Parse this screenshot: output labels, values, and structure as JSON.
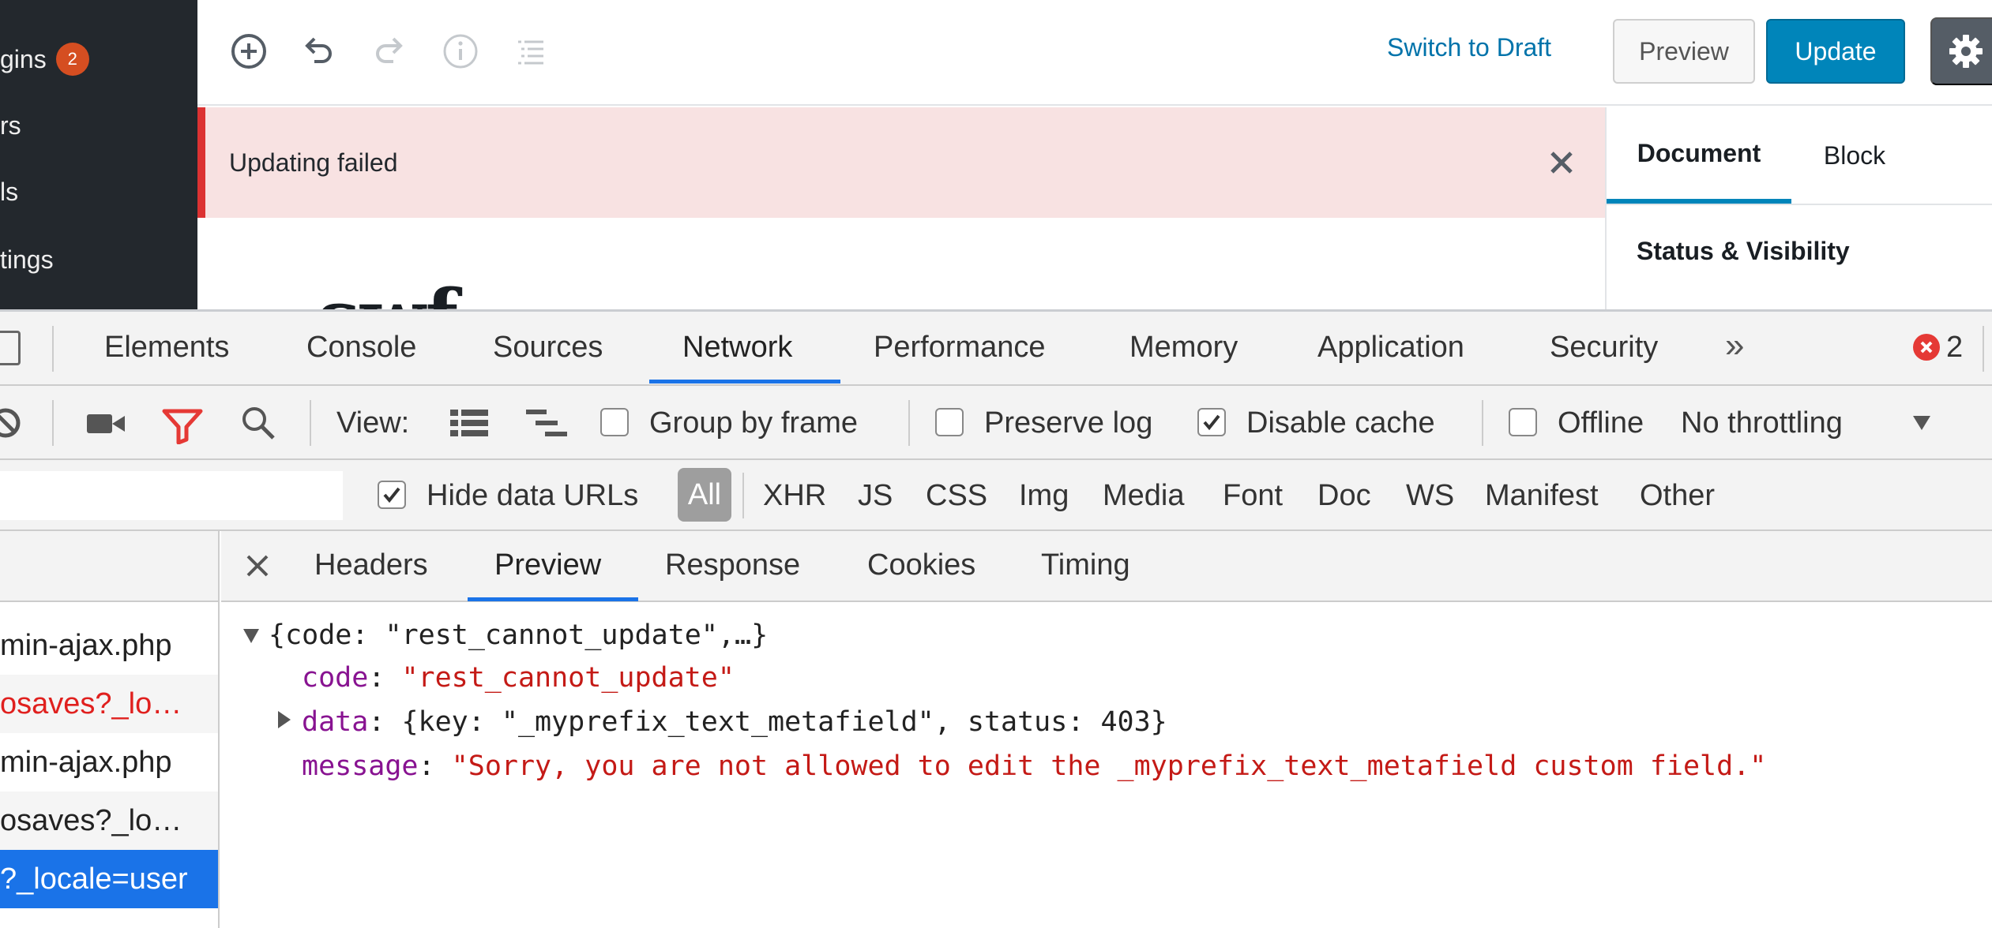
{
  "sidebar": {
    "items": [
      {
        "label": "gins",
        "badge": "2"
      },
      {
        "label": "rs"
      },
      {
        "label": "ls"
      },
      {
        "label": "tings"
      }
    ]
  },
  "editor": {
    "switch_to_draft": "Switch to Draft",
    "preview_label": "Preview",
    "update_label": "Update",
    "notice": "Updating failed",
    "post_title": "swf",
    "side_tabs": {
      "document": "Document",
      "block": "Block"
    },
    "status_visibility": "Status & Visibility"
  },
  "devtools": {
    "tabs": [
      "Elements",
      "Console",
      "Sources",
      "Network",
      "Performance",
      "Memory",
      "Application",
      "Security"
    ],
    "more_tabs": "»",
    "error_count": "2",
    "toolbar": {
      "view_label": "View:",
      "group_by_frame": "Group by frame",
      "preserve_log": "Preserve log",
      "disable_cache": "Disable cache",
      "offline": "Offline",
      "throttling": "No throttling",
      "group_by_frame_checked": false,
      "preserve_log_checked": false,
      "disable_cache_checked": true,
      "offline_checked": false
    },
    "filter": {
      "hide_data_urls": "Hide data URLs",
      "hide_data_urls_checked": true,
      "types": [
        "All",
        "XHR",
        "JS",
        "CSS",
        "Img",
        "Media",
        "Font",
        "Doc",
        "WS",
        "Manifest",
        "Other"
      ]
    },
    "requests": [
      {
        "name": "min-ajax.php",
        "status": "ok"
      },
      {
        "name": "osaves?_lo…",
        "status": "error"
      },
      {
        "name": "min-ajax.php",
        "status": "ok"
      },
      {
        "name": "osaves?_lo…",
        "status": "ok"
      },
      {
        "name": "?_locale=user",
        "status": "selected"
      }
    ],
    "detail_tabs": [
      "Headers",
      "Preview",
      "Response",
      "Cookies",
      "Timing"
    ],
    "preview": {
      "summary": "{code: \"rest_cannot_update\",…}",
      "code_key": "code",
      "code_value": "\"rest_cannot_update\"",
      "data_key": "data",
      "data_value": "{key: \"_myprefix_text_metafield\", status: 403}",
      "message_key": "message",
      "message_value": "\"Sorry, you are not allowed to edit the _myprefix_text_metafield custom field.\""
    }
  }
}
